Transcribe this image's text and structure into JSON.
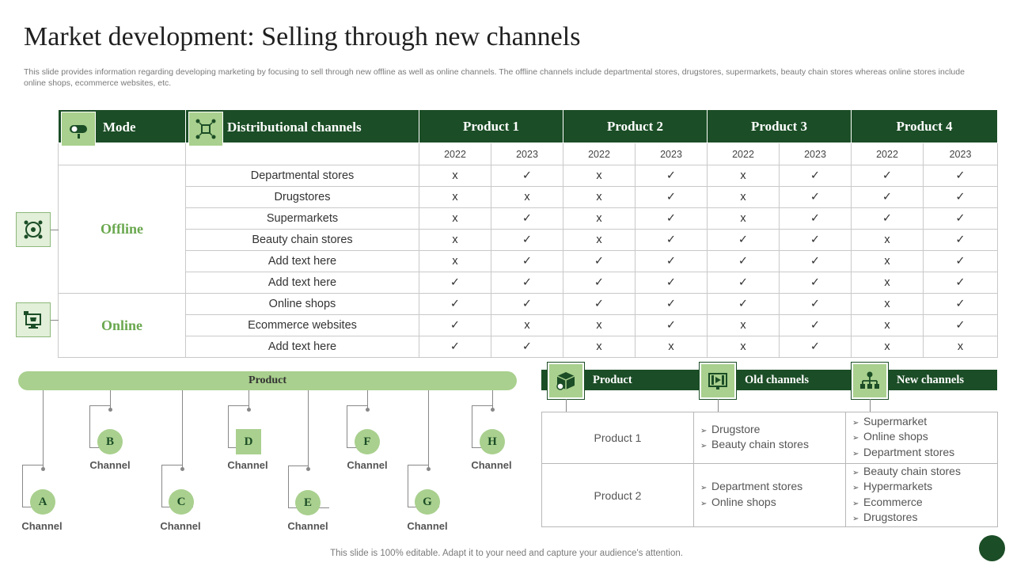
{
  "title": "Market development: Selling through new channels",
  "description": "This slide provides information regarding developing marketing by focusing to sell through new offline as well as online channels. The offline channels include departmental stores, drugstores, supermarkets, beauty chain stores whereas online stores include online shops, ecommerce websites, etc.",
  "table": {
    "mode_header": "Mode",
    "channels_header": "Distributional channels",
    "products": [
      "Product 1",
      "Product 2",
      "Product 3",
      "Product 4"
    ],
    "years": [
      "2022",
      "2023",
      "2022",
      "2023",
      "2022",
      "2023",
      "2022",
      "2023"
    ],
    "groups": [
      {
        "mode": "Offline",
        "icon": "store-network-icon",
        "rows": [
          {
            "channel": "Departmental stores",
            "marks": [
              "x",
              "✓",
              "x",
              "✓",
              "x",
              "✓",
              "✓",
              "✓"
            ]
          },
          {
            "channel": "Drugstores",
            "marks": [
              "x",
              "x",
              "x",
              "✓",
              "x",
              "✓",
              "✓",
              "✓"
            ]
          },
          {
            "channel": "Supermarkets",
            "marks": [
              "x",
              "✓",
              "x",
              "✓",
              "x",
              "✓",
              "✓",
              "✓"
            ]
          },
          {
            "channel": "Beauty chain stores",
            "marks": [
              "x",
              "✓",
              "x",
              "✓",
              "✓",
              "✓",
              "x",
              "✓"
            ]
          },
          {
            "channel": "Add text here",
            "marks": [
              "x",
              "✓",
              "✓",
              "✓",
              "✓",
              "✓",
              "x",
              "✓"
            ]
          },
          {
            "channel": "Add text here",
            "marks": [
              "✓",
              "✓",
              "✓",
              "✓",
              "✓",
              "✓",
              "x",
              "✓"
            ]
          }
        ]
      },
      {
        "mode": "Online",
        "icon": "online-shop-icon",
        "rows": [
          {
            "channel": "Online shops",
            "marks": [
              "✓",
              "✓",
              "✓",
              "✓",
              "✓",
              "✓",
              "x",
              "✓"
            ]
          },
          {
            "channel": "Ecommerce websites",
            "marks": [
              "✓",
              "x",
              "x",
              "✓",
              "x",
              "✓",
              "x",
              "✓"
            ]
          },
          {
            "channel": "Add text here",
            "marks": [
              "✓",
              "✓",
              "x",
              "x",
              "x",
              "✓",
              "x",
              "x"
            ]
          }
        ]
      }
    ]
  },
  "tree": {
    "bar_label": "Product",
    "nodes": [
      {
        "letter": "A",
        "label": "Channel"
      },
      {
        "letter": "B",
        "label": "Channel"
      },
      {
        "letter": "C",
        "label": "Channel"
      },
      {
        "letter": "D",
        "label": "Channel"
      },
      {
        "letter": "E",
        "label": "Channel"
      },
      {
        "letter": "F",
        "label": "Channel"
      },
      {
        "letter": "G",
        "label": "Channel"
      },
      {
        "letter": "H",
        "label": "Channel"
      }
    ]
  },
  "comparison": {
    "headers": [
      "Product",
      "Old channels",
      "New channels"
    ],
    "rows": [
      {
        "product": "Product 1",
        "old": [
          "Drugstore",
          "Beauty chain stores"
        ],
        "new": [
          "Supermarket",
          "Online shops",
          "Department stores"
        ]
      },
      {
        "product": "Product 2",
        "old": [
          "Department stores",
          "Online shops"
        ],
        "new": [
          "Beauty chain stores",
          "Hypermarkets",
          "Ecommerce",
          "Drugstores"
        ]
      }
    ]
  },
  "footer": "This slide is 100% editable. Adapt it to your need and capture your audience's attention.",
  "colors": {
    "dark_green": "#1b4d26",
    "light_green": "#a9d08e",
    "text_green": "#6aa84f"
  }
}
